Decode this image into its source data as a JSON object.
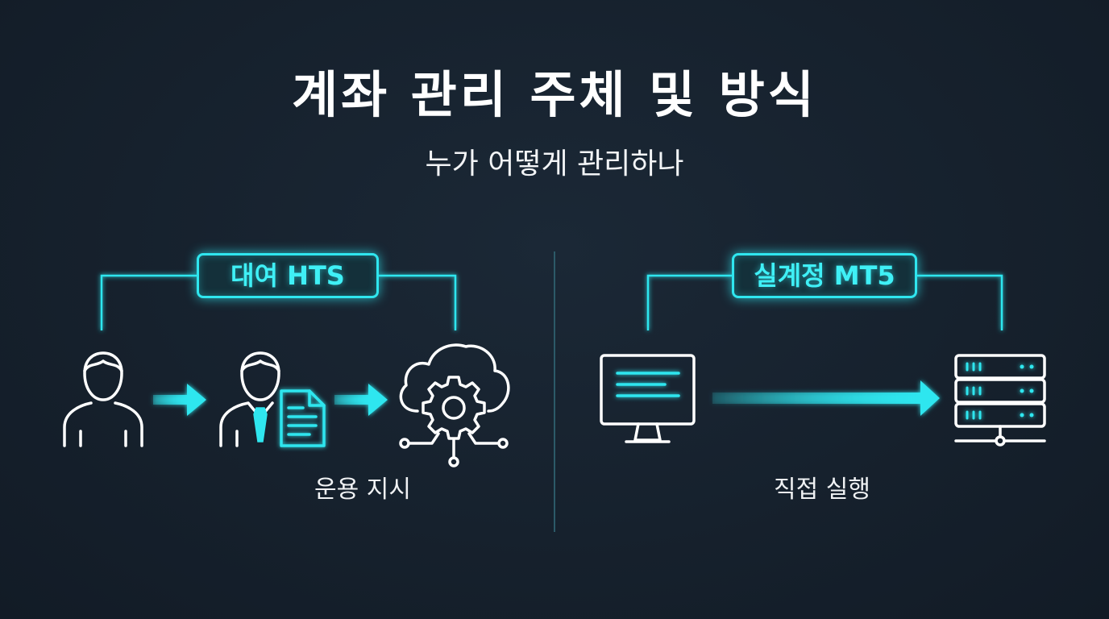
{
  "title": "계좌 관리 주체 및 방식",
  "subtitle": "누가 어떻게 관리하나",
  "left_panel": {
    "label": "대여 HTS",
    "caption": "운용 지시",
    "icons": [
      "person-icon",
      "arrow-right-icon",
      "manager-with-document-icon",
      "arrow-right-icon",
      "cloud-gear-icon"
    ]
  },
  "right_panel": {
    "label": "실계정 MT5",
    "caption": "직접 실행",
    "icons": [
      "monitor-icon",
      "long-arrow-right-icon",
      "server-icon"
    ]
  },
  "colors": {
    "background": "#15212e",
    "accent": "#2fe6ef",
    "icon_stroke": "#ffffff",
    "divider": "#2c5a68"
  }
}
